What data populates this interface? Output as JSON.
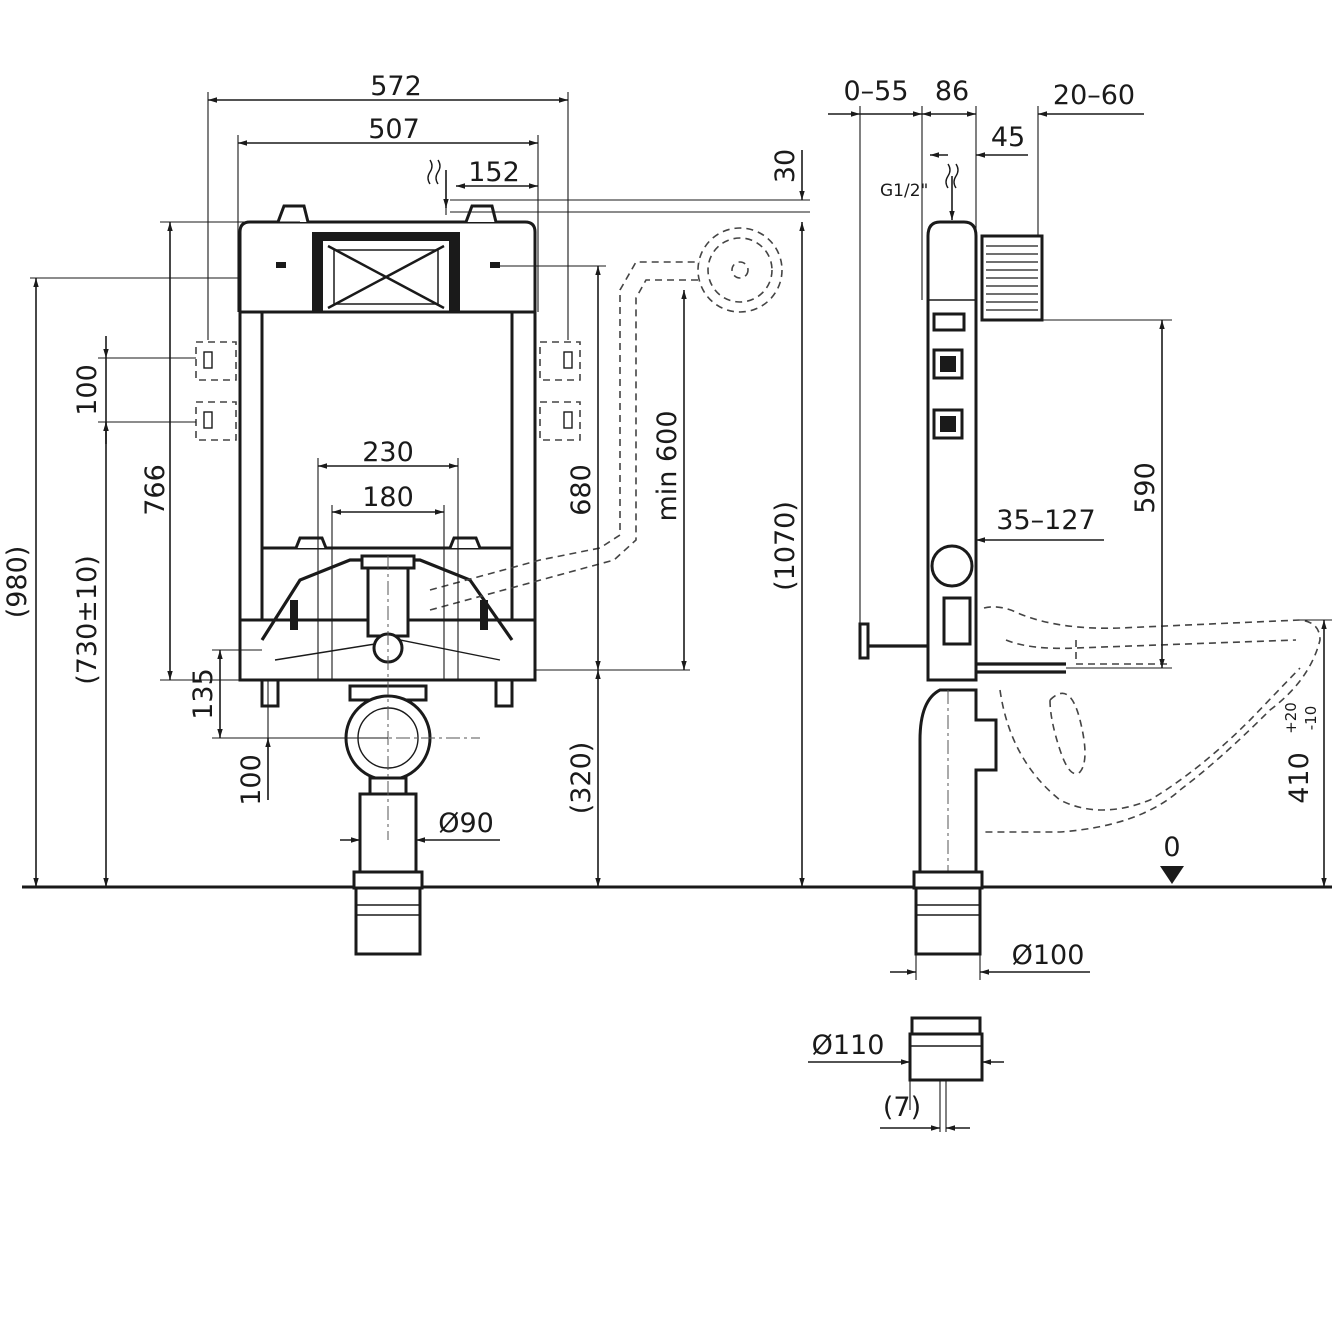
{
  "front_view": {
    "width_572": "572",
    "width_507": "507",
    "inlet_offset_152": "152",
    "height_980": "(980)",
    "height_730": "(730±10)",
    "height_766": "766",
    "spacing_100_upper": "100",
    "flush_width_230": "230",
    "flush_width_180": "180",
    "height_680": "680",
    "min_600": "min 600",
    "height_135": "135",
    "spacing_100_lower": "100",
    "height_320": "(320)",
    "diameter_90": "Ø90",
    "height_1070": "(1070)",
    "top_30": "30"
  },
  "side_view": {
    "depth_0_55": "0–55",
    "depth_86": "86",
    "depth_20_60": "20–60",
    "depth_45": "45",
    "thread_label": "G1/2\"",
    "height_590": "590",
    "range_35_127": "35–127",
    "height_410": "410",
    "tol_plus": "+20",
    "tol_minus": "-10",
    "floor_level": "0",
    "diameter_100": "Ø100"
  },
  "adapter": {
    "diameter_110": "Ø110",
    "offset_7": "(7)"
  }
}
